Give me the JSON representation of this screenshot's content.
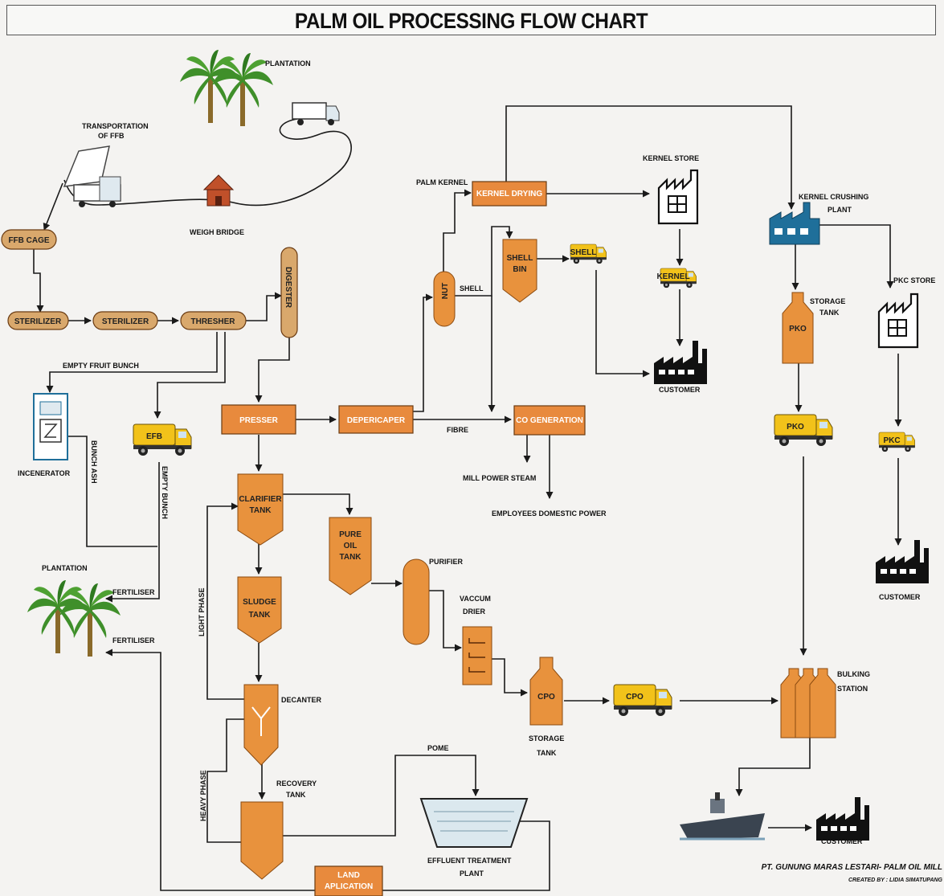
{
  "title": "PALM OIL PROCESSING FLOW CHART",
  "labels": {
    "plantation_top": "PLANTATION",
    "transport_1": "TRANSPORTATION",
    "transport_2": "OF FFB",
    "weigh_bridge": "WEIGH BRIDGE",
    "ffb_cage": "FFB CAGE",
    "sterilizer_1": "STERILIZER",
    "sterilizer_2": "STERILIZER",
    "thresher": "THRESHER",
    "digester": "DIGESTER",
    "empty_fruit_bunch": "EMPTY FRUIT BUNCH",
    "incenerator": "INCENERATOR",
    "bunch_ash": "BUNCH ASH",
    "efb": "EFB",
    "empty_bunch": "EMPTY BUNCH",
    "plantation_bottom": "PLANTATION",
    "fertiliser_1": "FERTILISER",
    "fertiliser_2": "FERTILISER",
    "presser": "PRESSER",
    "depericaper": "DEPERICAPER",
    "fibre": "FIBRE",
    "co_generation": "CO GENERATION",
    "mill_power_steam": "MILL POWER STEAM",
    "employees_power": "EMPLOYEES DOMESTIC POWER",
    "clarifier_1": "CLARIFIER",
    "clarifier_2": "TANK",
    "sludge_1": "SLUDGE",
    "sludge_2": "TANK",
    "decanter": "DECANTER",
    "recovery_1": "RECOVERY",
    "recovery_2": "TANK",
    "light_phase": "LIGHT PHASE",
    "heavy_phase": "HEAVY PHASE",
    "pure_1": "PURE",
    "pure_2": "OIL",
    "pure_3": "TANK",
    "purifier": "PURIFIER",
    "vaccum_1": "VACCUM",
    "vaccum_2": "DRIER",
    "cpo": "CPO",
    "cpo_truck": "CPO",
    "storage_tank_1": "STORAGE",
    "storage_tank_2": "TANK",
    "pome": "POME",
    "effluent_1": "EFFLUENT TREATMENT",
    "effluent_2": "PLANT",
    "land_1": "LAND",
    "land_2": "APLICATION",
    "palm_kernel": "PALM KERNEL",
    "kernel_drying": "KERNEL DRYING",
    "nut": "NUT",
    "shell": "SHELL",
    "shell_bin_1": "SHELL",
    "shell_bin_2": "BIN",
    "shell_truck": "SHELL",
    "kernel_store": "KERNEL STORE",
    "kernel_truck": "KERNEL",
    "customer_1": "CUSTOMER",
    "kernel_crushing_1": "KERNEL CRUSHING",
    "kernel_crushing_2": "PLANT",
    "pko_tank": "PKO",
    "storage_tank_pko_1": "STORAGE",
    "storage_tank_pko_2": "TANK",
    "pko_truck": "PKO",
    "pkc_store": "PKC STORE",
    "pkc_truck": "PKC",
    "customer_2": "CUSTOMER",
    "bulking_1": "BULKING",
    "bulking_2": "STATION",
    "customer_3": "CUSTOMER"
  },
  "credit": {
    "company": "PT. GUNUNG MARAS LESTARI- PALM OIL MILL",
    "created_by": "CREATED BY : LIDIA SIMATUPANG"
  },
  "colors": {
    "process_fill": "#e88a3d",
    "tank_fill": "#e8923d",
    "truck_yellow": "#f2c21a",
    "tree_green": "#3f8f2a",
    "factory_blue": "#1f6f9a"
  }
}
